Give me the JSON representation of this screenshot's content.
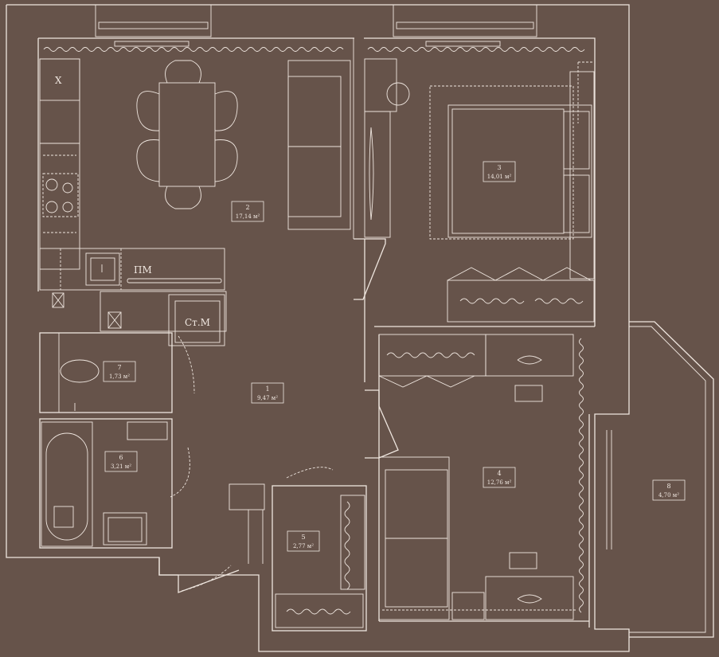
{
  "rooms": [
    {
      "id": "1",
      "area": "9,47 м²"
    },
    {
      "id": "2",
      "area": "17,14 м²"
    },
    {
      "id": "3",
      "area": "14,01 м²"
    },
    {
      "id": "4",
      "area": "12,76 м²"
    },
    {
      "id": "5",
      "area": "2,77 м²"
    },
    {
      "id": "6",
      "area": "3,21 м²"
    },
    {
      "id": "7",
      "area": "1,73 м²"
    },
    {
      "id": "8",
      "area": "4,70 м²"
    }
  ],
  "fixtures": {
    "dishwasher_label": "ПМ",
    "washer_label": "Ст.М",
    "fridge_mark": "X"
  },
  "colors": {
    "background": "#66534a",
    "lines": "#efe6df"
  }
}
